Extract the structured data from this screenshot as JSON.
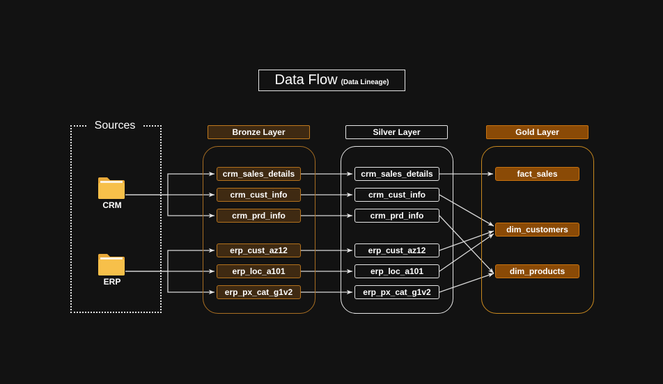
{
  "title": {
    "main": "Data Flow",
    "sub": "(Data Lineage)"
  },
  "sources": {
    "label": "Sources",
    "crm_label": "CRM",
    "erp_label": "ERP"
  },
  "layers": {
    "bronze": "Bronze Layer",
    "silver": "Silver Layer",
    "gold": "Gold Layer"
  },
  "bronze_nodes": [
    "crm_sales_details",
    "crm_cust_info",
    "crm_prd_info",
    "erp_cust_az12",
    "erp_loc_a101",
    "erp_px_cat_g1v2"
  ],
  "silver_nodes": [
    "crm_sales_details",
    "crm_cust_info",
    "crm_prd_info",
    "erp_cust_az12",
    "erp_loc_a101",
    "erp_px_cat_g1v2"
  ],
  "gold_nodes": [
    "fact_sales",
    "dim_customers",
    "dim_products"
  ],
  "colors": {
    "background": "#121212",
    "bronze": "#3f2a12",
    "bronze_border": "#b4721d",
    "silver_border": "#e6e6e6",
    "gold": "#8a4a06",
    "gold_border": "#c9730f",
    "folder": "#f7c04a",
    "line": "#d9d9d9"
  },
  "icons": {
    "source_folder": "folder-icon"
  },
  "edges": [
    [
      "crm",
      "bronze.crm_sales_details"
    ],
    [
      "crm",
      "bronze.crm_cust_info"
    ],
    [
      "crm",
      "bronze.crm_prd_info"
    ],
    [
      "erp",
      "bronze.erp_cust_az12"
    ],
    [
      "erp",
      "bronze.erp_loc_a101"
    ],
    [
      "erp",
      "bronze.erp_px_cat_g1v2"
    ],
    [
      "bronze.crm_sales_details",
      "silver.crm_sales_details"
    ],
    [
      "bronze.crm_cust_info",
      "silver.crm_cust_info"
    ],
    [
      "bronze.crm_prd_info",
      "silver.crm_prd_info"
    ],
    [
      "bronze.erp_cust_az12",
      "silver.erp_cust_az12"
    ],
    [
      "bronze.erp_loc_a101",
      "silver.erp_loc_a101"
    ],
    [
      "bronze.erp_px_cat_g1v2",
      "silver.erp_px_cat_g1v2"
    ],
    [
      "silver.crm_sales_details",
      "gold.fact_sales"
    ],
    [
      "silver.crm_cust_info",
      "gold.dim_customers"
    ],
    [
      "silver.erp_cust_az12",
      "gold.dim_customers"
    ],
    [
      "silver.erp_loc_a101",
      "gold.dim_customers"
    ],
    [
      "silver.crm_prd_info",
      "gold.dim_products"
    ],
    [
      "silver.erp_px_cat_g1v2",
      "gold.dim_products"
    ]
  ]
}
